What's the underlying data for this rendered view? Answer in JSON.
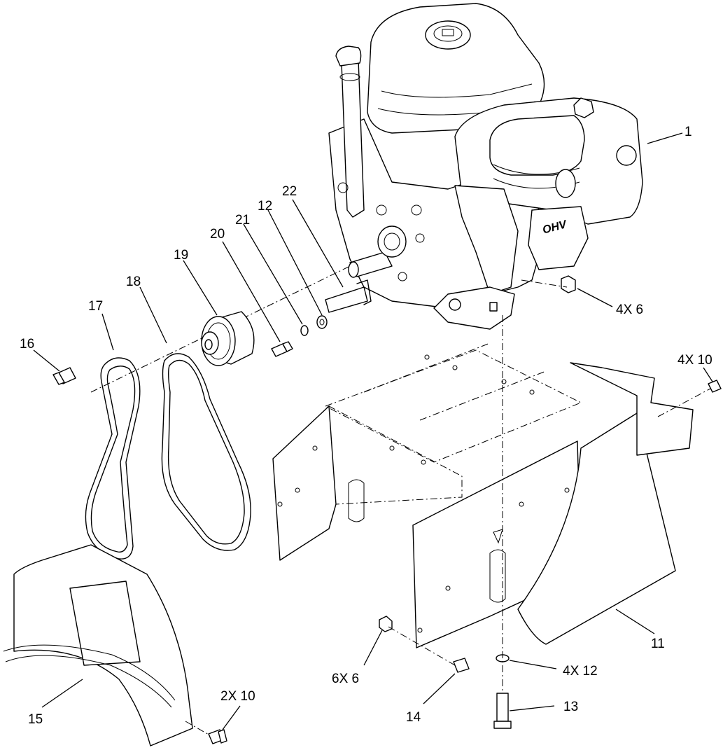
{
  "callouts": [
    {
      "id": "c1",
      "text": "1"
    },
    {
      "id": "c4x6",
      "text": "4X 6"
    },
    {
      "id": "c22",
      "text": "22"
    },
    {
      "id": "c12a",
      "text": "12"
    },
    {
      "id": "c21",
      "text": "21"
    },
    {
      "id": "c20",
      "text": "20"
    },
    {
      "id": "c19",
      "text": "19"
    },
    {
      "id": "c18",
      "text": "18"
    },
    {
      "id": "c17",
      "text": "17"
    },
    {
      "id": "c16",
      "text": "16"
    },
    {
      "id": "c4x10",
      "text": "4X 10"
    },
    {
      "id": "c11",
      "text": "11"
    },
    {
      "id": "c6x6",
      "text": "6X 6"
    },
    {
      "id": "c4x12",
      "text": "4X 12"
    },
    {
      "id": "c14",
      "text": "14"
    },
    {
      "id": "c13",
      "text": "13"
    },
    {
      "id": "c15",
      "text": "15"
    },
    {
      "id": "c2x10",
      "text": "2X 10"
    }
  ],
  "engine_badge": "OHV"
}
